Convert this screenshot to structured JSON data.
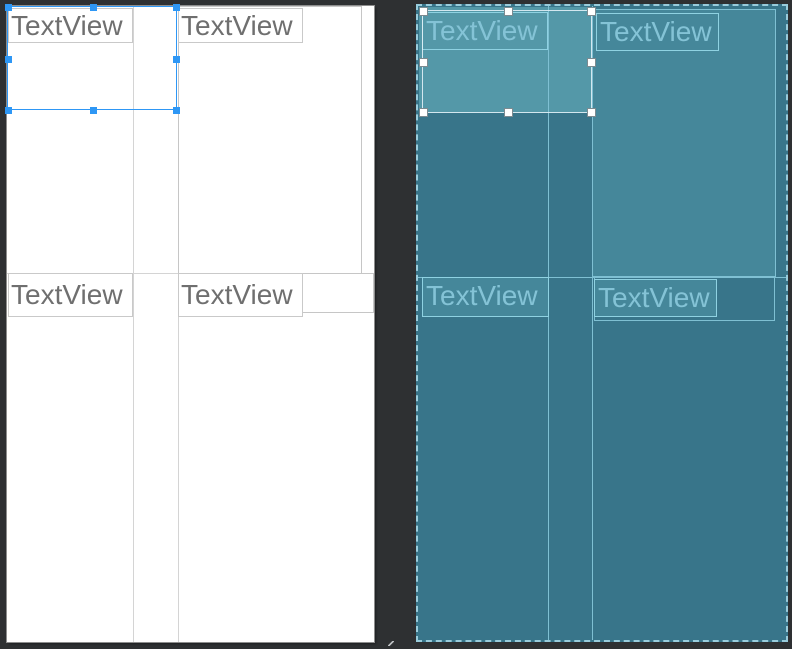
{
  "design_view": {
    "name": "design-surface",
    "textviews": [
      {
        "label": "TextView"
      },
      {
        "label": "TextView"
      },
      {
        "label": "TextView"
      },
      {
        "label": "TextView"
      }
    ]
  },
  "blueprint_view": {
    "name": "blueprint-surface",
    "textviews": [
      {
        "label": "TextView"
      },
      {
        "label": "TextView"
      },
      {
        "label": "TextView"
      },
      {
        "label": "TextView"
      }
    ]
  },
  "colors": {
    "bg": "#2e3032",
    "design_canvas": "#ffffff",
    "design_grid": "#d4d4d4",
    "design_text": "#6f6f6f",
    "selection_blue": "#2e97f5",
    "blueprint_base": "#38758a",
    "blueprint_container": "#45879a",
    "blueprint_selection": "#5498a8",
    "blueprint_line": "#7fc0d3",
    "blueprint_text": "#84c3d6",
    "handle_white": "#ffffff"
  }
}
